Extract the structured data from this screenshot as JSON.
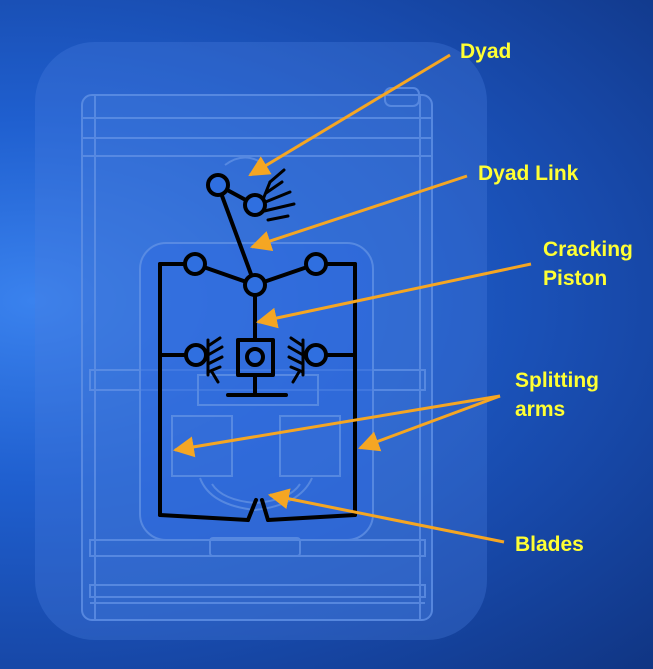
{
  "labels": {
    "dyad": "Dyad",
    "dyad_link": "Dyad Link",
    "cracking_piston": "Cracking\nPiston",
    "splitting_arms": "Splitting\narms",
    "blades": "Blades"
  },
  "colors": {
    "background": "#1f5fcf",
    "label_text": "#ffff33",
    "arrow": "#f5a623",
    "mechanism_line": "#000000",
    "joint_fill": "#2f6fe0"
  }
}
